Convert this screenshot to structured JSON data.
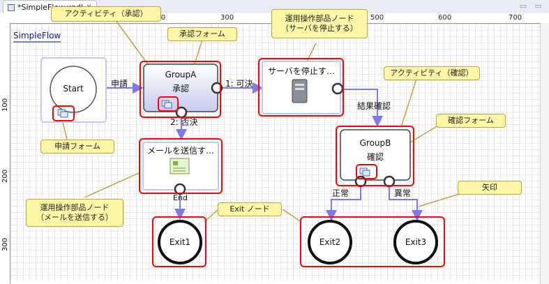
{
  "tab": {
    "title": "*SimpleFlow.xpdl",
    "close": "✕",
    "icon": "flow-file-icon"
  },
  "window_controls": "▭ ▭",
  "canvas": {
    "flow_name": "SimpleFlow"
  },
  "ruler": {
    "top_ticks": [
      "200",
      "300",
      "400",
      "500",
      "600",
      "700"
    ],
    "left_ticks": [
      "100",
      "200",
      "300"
    ]
  },
  "nodes": {
    "start": "Start",
    "groupA": {
      "name": "GroupA",
      "label": "承認"
    },
    "server": "サーバを停止す…",
    "mail": "メールを送信す…",
    "groupB": {
      "name": "GroupB",
      "label": "確認"
    },
    "exit1": "Exit1",
    "exit2": "Exit2",
    "exit3": "Exit3"
  },
  "edges": {
    "apply": "申請",
    "approve": "1: 可決",
    "reject": "2: 否決",
    "result": "結果確認",
    "normal": "正常",
    "abnormal": "異常",
    "end": "End"
  },
  "callouts": {
    "activity_approve": "アクティビティ（承認）",
    "approval_form": "承認フォーム",
    "op_stop_server": "運用操作部品ノード\n（サーバを停止する）",
    "activity_confirm": "アクティビティ（確認）",
    "confirm_form": "確認フォーム",
    "apply_form": "申請フォーム",
    "arrow": "矢印",
    "exit_node": "Exit ノード",
    "op_send_mail": "運用操作部品ノード\n（メールを送信する）"
  },
  "colors": {
    "highlight": "#ff0000",
    "callout_bg": "#fdf6a6",
    "arrow": "#7b7bf0"
  }
}
